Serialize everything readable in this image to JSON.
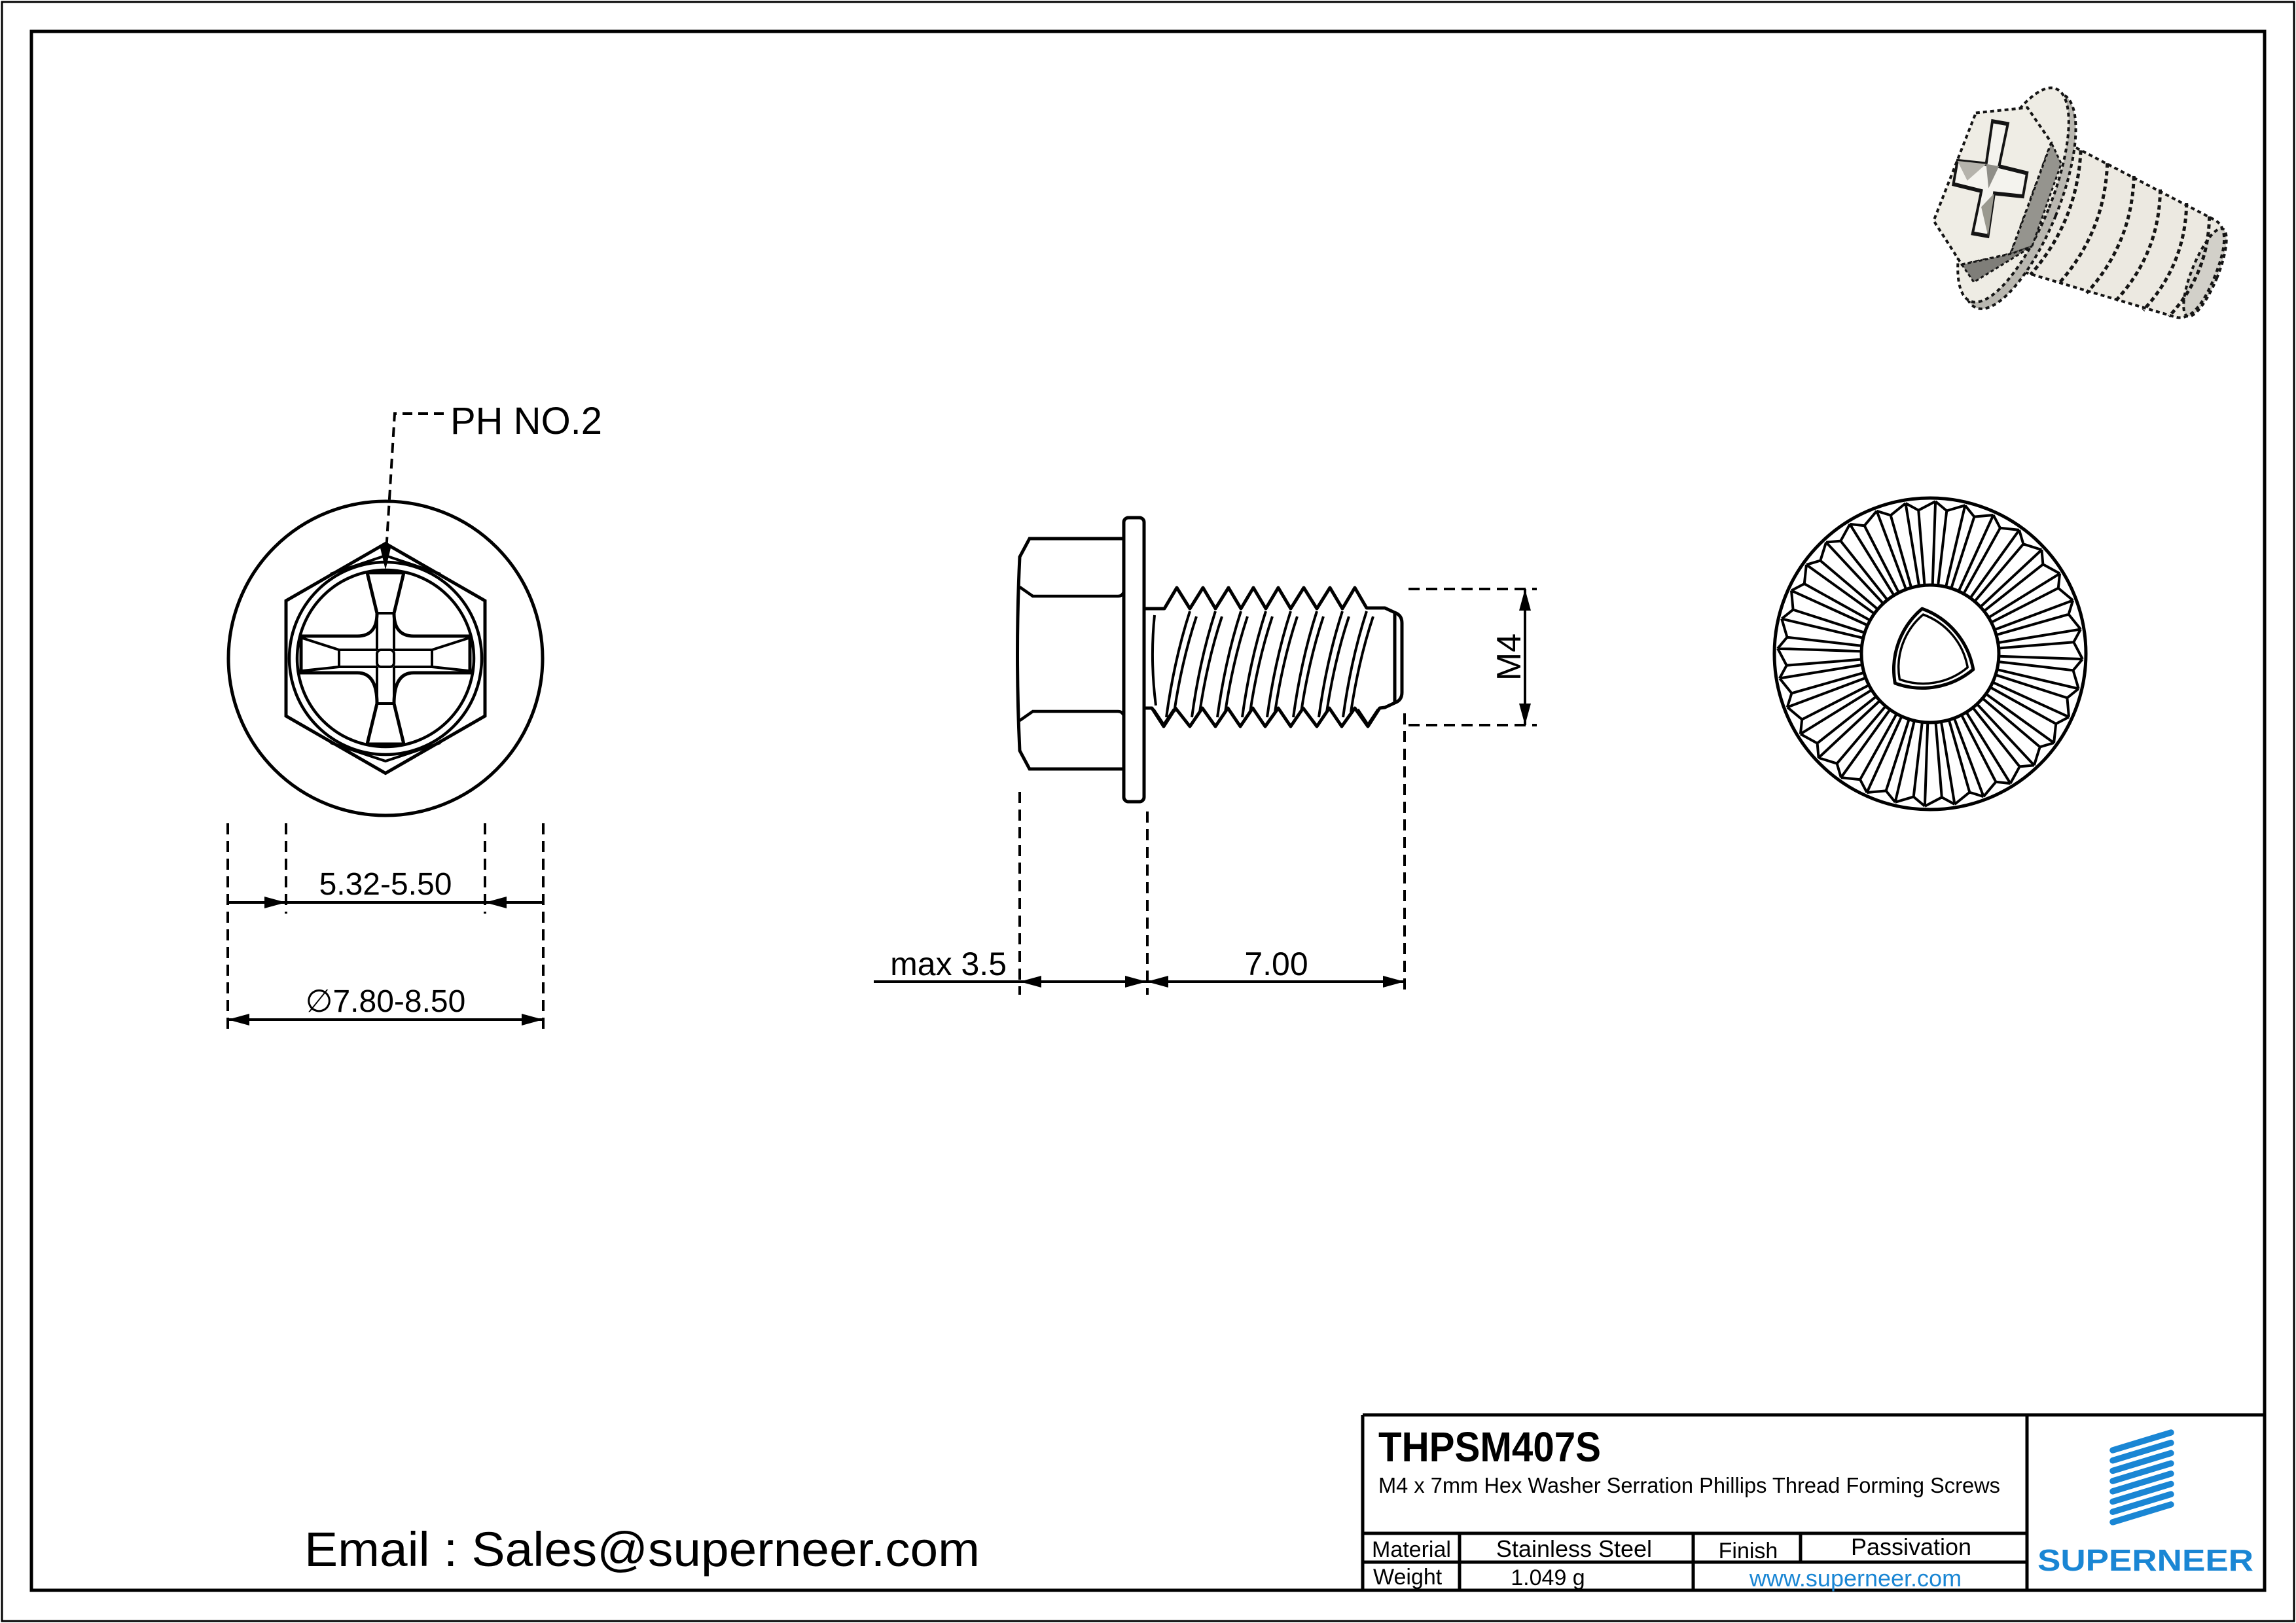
{
  "colors": {
    "accent_blue": "#1a86d4",
    "thread_highlight_blue": "#2f7fad",
    "line_black": "#000000",
    "render_body": "#ece9e1",
    "render_shadow": "#8f8e88"
  },
  "top_view": {
    "callout": "PH NO.2",
    "dim_across_flats": "5.32-5.50",
    "dim_washer_diameter": "∅7.80-8.50"
  },
  "side_view": {
    "dim_head_height": "max 3.5",
    "dim_thread_length": "7.00",
    "dim_thread_size": "M4"
  },
  "title_block": {
    "part_number": "THPSM407S",
    "description": "M4 x 7mm Hex Washer Serration Phillips Thread Forming  Screws",
    "material_label": "Material",
    "material_value": "Stainless Steel",
    "finish_label": "Finish",
    "finish_value": "Passivation",
    "weight_label": "Weight",
    "weight_value": "1.049 g",
    "website": "www.superneer.com",
    "brand": "SUPERNEER"
  },
  "footer": {
    "email": "Email : Sales@superneer.com"
  }
}
